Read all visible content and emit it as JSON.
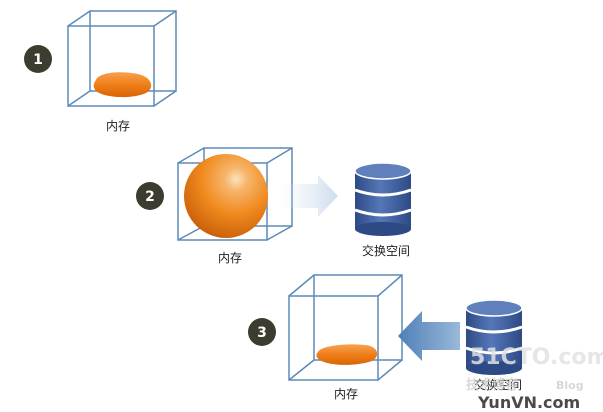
{
  "steps": [
    {
      "number": "1",
      "memory_label": "内存"
    },
    {
      "number": "2",
      "memory_label": "内存",
      "swap_label": "交换空间"
    },
    {
      "number": "3",
      "memory_label": "内存",
      "swap_label": "交换空间"
    }
  ],
  "watermark": {
    "site": "51CTO.com",
    "sub": "技术博客",
    "blog": "Blog",
    "yun": "YunVN.com"
  },
  "colors": {
    "cube_edge": "#5b8ab8",
    "blob_orange": "#ef7d18",
    "sphere_orange": "#f08a1e",
    "badge": "#3d3d2f",
    "db_blue": "#3f5f9b",
    "arrow_blue": "#4f7fb8"
  },
  "icons": [
    "memory-cube-icon",
    "swap-database-icon",
    "transfer-arrow-icon",
    "orange-blob-icon",
    "orange-sphere-icon"
  ]
}
